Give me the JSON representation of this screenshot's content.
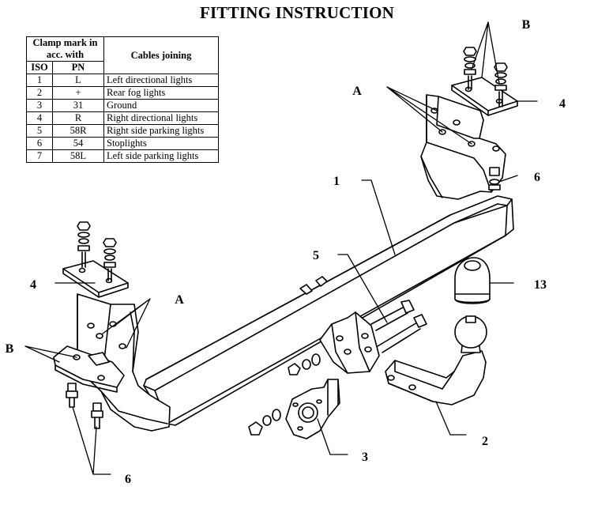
{
  "title": "FITTING INSTRUCTION",
  "table": {
    "header_clamp": "Clamp mark in acc. with",
    "header_cables": "Cables joining",
    "header_iso": "ISO",
    "header_pn": "PN",
    "rows": [
      {
        "iso": "1",
        "pn": "L",
        "cable": "Left directional lights"
      },
      {
        "iso": "2",
        "pn": "+",
        "cable": "Rear fog lights"
      },
      {
        "iso": "3",
        "pn": "31",
        "cable": "Ground"
      },
      {
        "iso": "4",
        "pn": "R",
        "cable": "Right directional lights"
      },
      {
        "iso": "5",
        "pn": "58R",
        "cable": "Right side parking lights"
      },
      {
        "iso": "6",
        "pn": "54",
        "cable": "Stoplights"
      },
      {
        "iso": "7",
        "pn": "58L",
        "cable": "Left side parking lights"
      }
    ]
  },
  "labels": {
    "a_right": "A",
    "a_left": "A",
    "b_right": "B",
    "b_left": "B",
    "one": "1",
    "two": "2",
    "three": "3",
    "four_right": "4",
    "four_left": "4",
    "five": "5",
    "six_right": "6",
    "six_left": "6",
    "thirteen": "13"
  }
}
